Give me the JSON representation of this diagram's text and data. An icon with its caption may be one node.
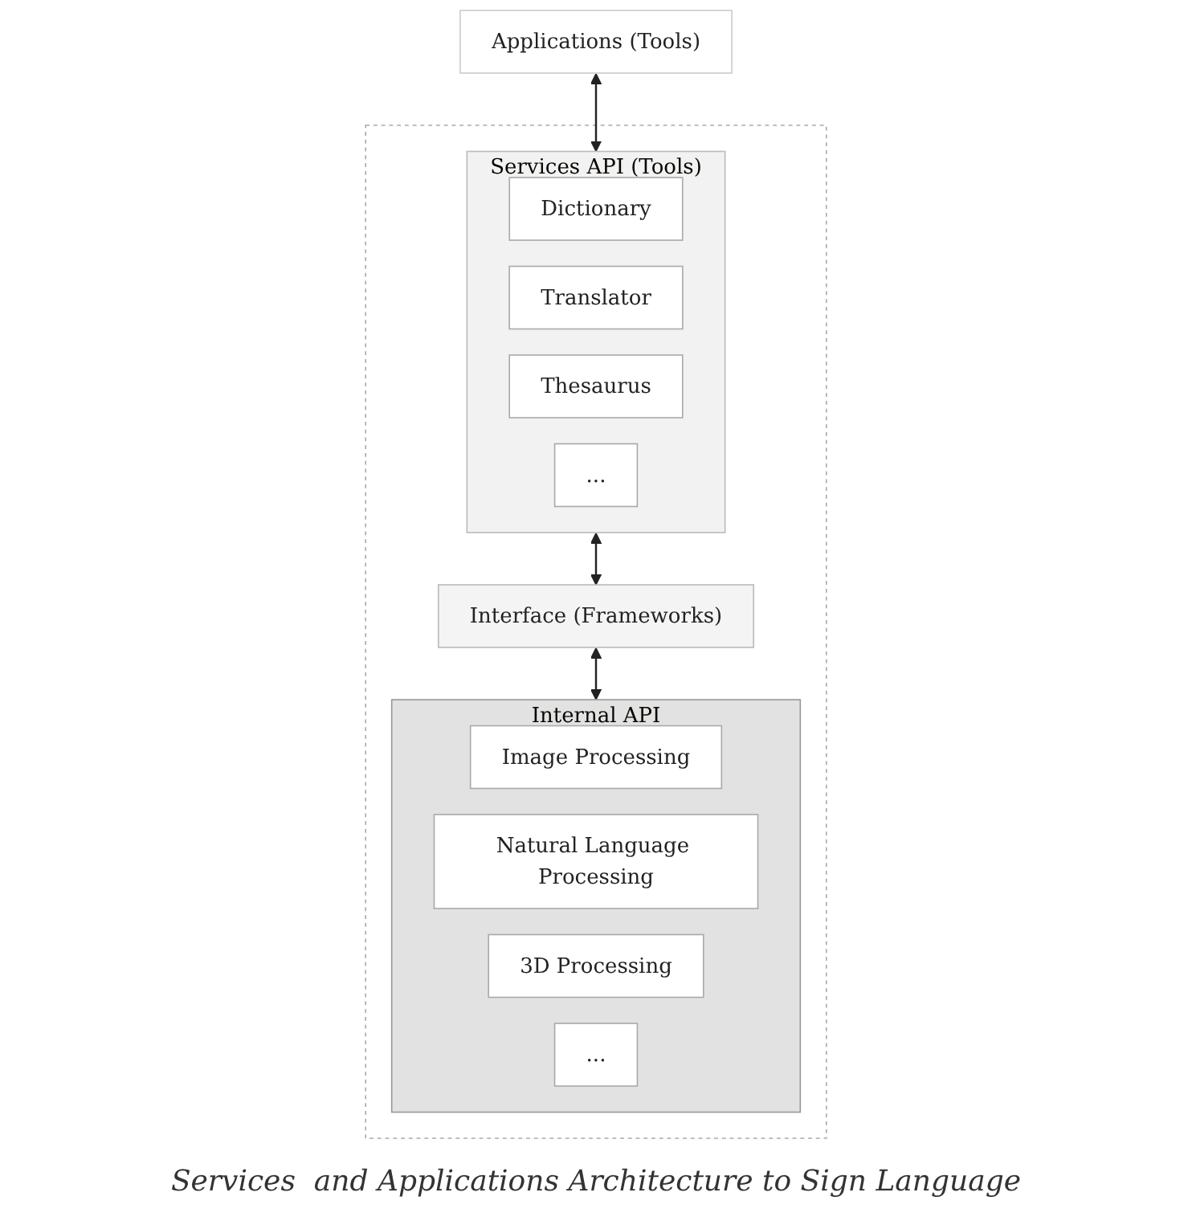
{
  "diagram": {
    "caption": "Services  and Applications Architecture to Sign Language",
    "nodes": [
      {
        "text": [
          "Applications (Tools)"
        ]
      },
      {
        "text": [],
        "shape": "box"
      },
      {
        "text": [
          "Services API (Tools)"
        ],
        "in": 1
      },
      {
        "text": [
          "Dictionary"
        ],
        "in": 2
      },
      {
        "text": [
          "Translator"
        ],
        "in": 2
      },
      {
        "text": [
          "Thesaurus"
        ],
        "in": 2
      },
      {
        "text": [
          "..."
        ],
        "in": 2
      },
      {
        "text": [
          "Interface (Frameworks)"
        ],
        "in": 1
      },
      {
        "text": [
          "Internal API"
        ],
        "in": 1
      },
      {
        "text": [
          "Image Processing"
        ],
        "in": 8
      },
      {
        "text": [
          "Natural Language Processing"
        ],
        "in": 8
      },
      {
        "text": [
          "3D Processing"
        ],
        "in": 8
      },
      {
        "text": [
          "..."
        ],
        "in": 8
      }
    ],
    "edges": [
      {
        "from": 0,
        "to": 2,
        "arrow": "both"
      },
      {
        "from": 2,
        "to": 7,
        "arrow": "both"
      },
      {
        "from": 7,
        "to": 8,
        "arrow": "both"
      }
    ]
  }
}
